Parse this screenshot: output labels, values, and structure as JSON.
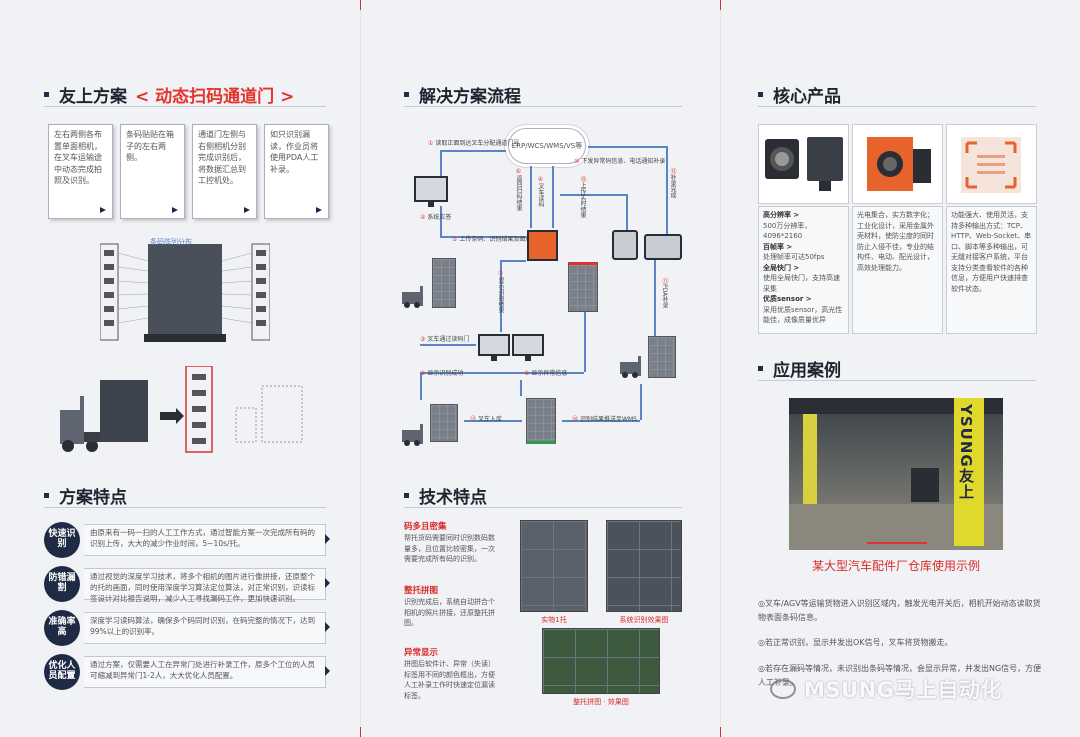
{
  "panel1": {
    "title": "友上方案",
    "title_highlight": "< 动态扫码通道门 >",
    "boxes": [
      "左右两侧各布置单面相机，在叉车运输途中动态完成拍照及识别。",
      "条码贴贴在箱子的左右两侧。",
      "通道门左侧与右侧相机分别完成识别后，将数据汇总到工控机处。",
      "如只识别漏读，作业员将使用PDA人工补录。"
    ],
    "diagram_label": "条码阵列分布",
    "features_title": "方案特点",
    "features": [
      {
        "badge": "快速识别",
        "text": "由原来有一码一扫的人工工作方式，通过智能方案一次完成所有码的识别上传，大大的减少作业时间，5~10s/托。"
      },
      {
        "badge": "防错漏割",
        "text": "通过视觉的深度学习技术，将多个相机的图片进行像拼接，还原整个的托的画面，同时使用深度学习算法定位算法，对正常识别，识读标签设计对比报告说明，减少人工寻找漏码工作，更加快速识别。"
      },
      {
        "badge": "准确率高",
        "text": "深度学习读码算法，确保多个码同时识别，在码完整的情况下，达到99%以上的识别率。"
      },
      {
        "badge": "优化人员配置",
        "text": "通过方案，仅需要人工在异常门处进行补录工作，原多个工位的人员可缩减到异常门1-2人，大大优化人员配置。"
      }
    ]
  },
  "panel2": {
    "title": "解决方案流程",
    "cloud": "ERP/WCS/WMS/VS等",
    "flow_labels": [
      {
        "n": "①",
        "t": "读取正面到达叉车分配通道门号"
      },
      {
        "n": "②",
        "t": "系统应答"
      },
      {
        "n": "③",
        "t": "叉车通过读码门"
      },
      {
        "n": "④",
        "t": "叉车读码"
      },
      {
        "n": "⑤",
        "t": "上传条码、识别结果及图片"
      },
      {
        "n": "⑥",
        "t": "返回扫码结果"
      },
      {
        "n": "⑦",
        "t": "显示识别结果"
      },
      {
        "n": "⑧",
        "t": "显示识别成功"
      },
      {
        "n": "⑨",
        "t": "显示异常信息"
      },
      {
        "n": "⑩",
        "t": "下发异常码信息、电话通知补录"
      },
      {
        "n": "⑪",
        "t": "PDA补录"
      },
      {
        "n": "⑫",
        "t": "补录完成"
      },
      {
        "n": "⑬",
        "t": "叉车入库"
      },
      {
        "n": "⑭",
        "t": "识别结果推送至WMS"
      },
      {
        "n": "⑮",
        "t": "上传实时结果"
      }
    ],
    "tech_title": "技术特点",
    "tech": [
      {
        "h": "码多且密集",
        "p": "帮托货码需要同时识别数码数量多，且位置比较密集，一次需要完成所有码的识别。"
      },
      {
        "h": "整托拼图",
        "p": "识别完成后，系统自动拼合个相机的照片拼接，还原整托拼图。"
      },
      {
        "h": "异常显示",
        "p": "拼图后软件计、异常（失读）标签用不同的颜色框出，方便人工补录工作时快速定位漏读标签。"
      }
    ],
    "cap_real": "实物1托",
    "cap_sys": "系统识别效果图",
    "cap_stitch": "整托拼图 · 效果图"
  },
  "panel3": {
    "title": "核心产品",
    "specs": [
      [
        {
          "b": "高分辨率 >",
          "t": "500万分辨率，4096*2160"
        },
        {
          "b": "百帧率 >",
          "t": "处理帧率可达50fps"
        },
        {
          "b": "全局快门 >",
          "t": "使用全局快门，支持高速采集"
        },
        {
          "b": "优质sensor >",
          "t": "采用优质sensor，高光性能佳，成像质量优异"
        }
      ],
      [
        {
          "b": "",
          "t": "光电集合，实方数字化；工业化设计，采用金属外壳材料，使防尘度的同时防止入侵不佳，专业的结构件、电动、配光设计，高效处理能力。"
        }
      ],
      [
        {
          "b": "",
          "t": "功能强大、使用灵活，支持多种输出方式：TCP、HTTP、Web-Socket、串口、脚本等多种输出，可无缝对接客户系统，平台支持分类查看软件的各种信息，方便用户快速排查软件状态。"
        }
      ]
    ],
    "case_title": "应用案例",
    "sign": "YSUNG友上",
    "case_caption": "某大型汽车配件厂仓库使用示例",
    "notes": [
      "◎叉车/AGV等运输货物进入识别区域内，触发光电开关后，相机开始动态读取货物表面条码信息。",
      "◎若正常识别，显示并发出OK信号，叉车将货物搬走。",
      "◎若存在漏码等情况，未识别出条码等情况，会显示异常，并发出NG信号，方便人工补录。"
    ],
    "watermark": "MSUNG马上自动化"
  },
  "colors": {
    "accent": "#e2352d",
    "navy": "#1f2a44",
    "flow": "#5b84c4"
  }
}
